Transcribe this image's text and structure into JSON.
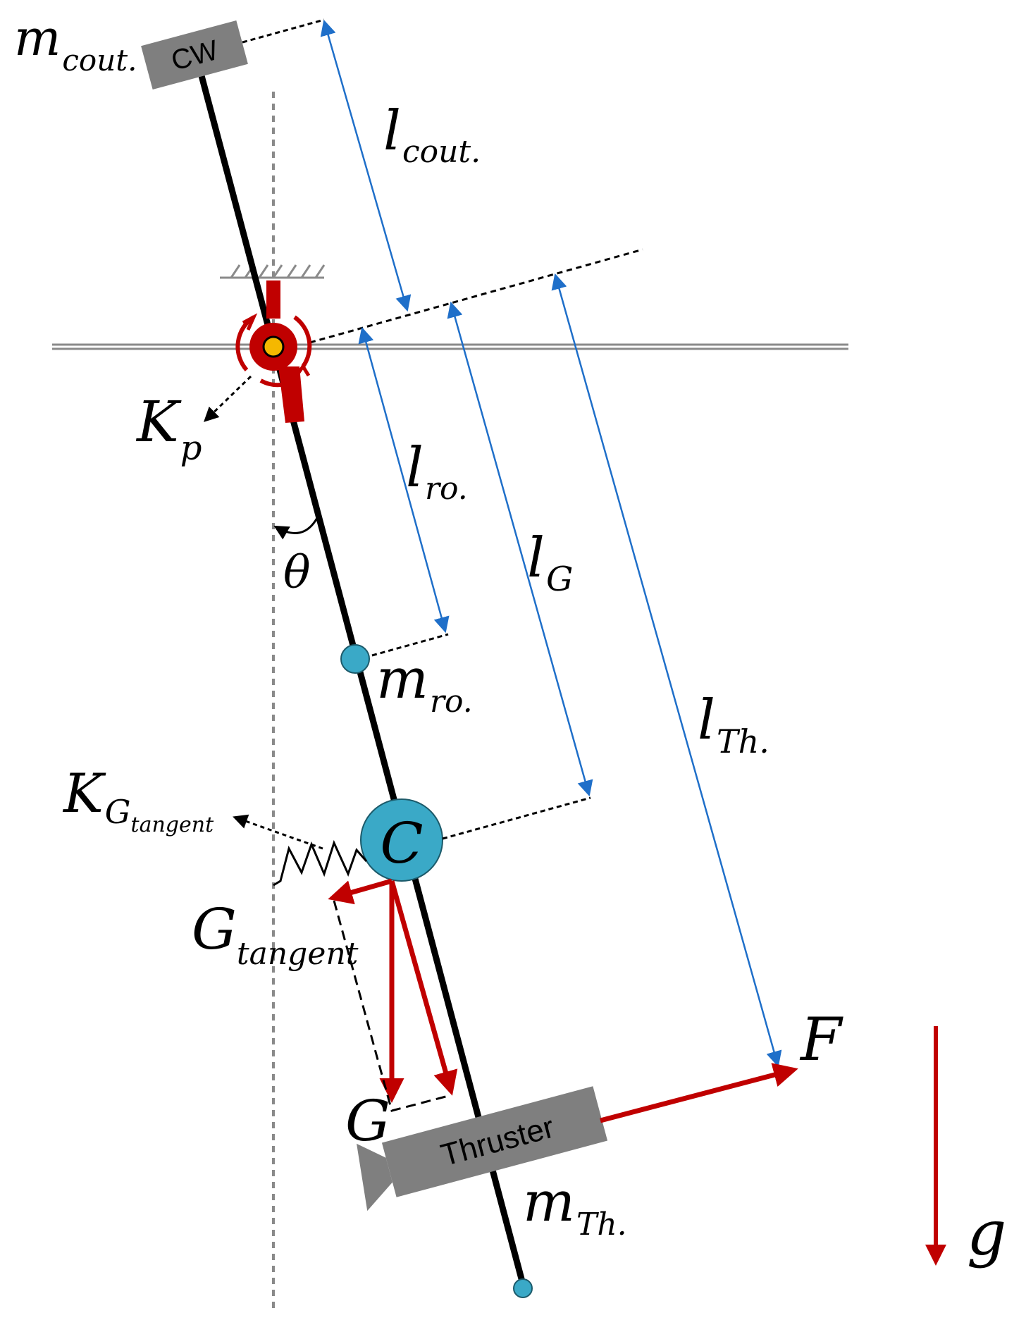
{
  "labels": {
    "counterweight_box": "CW",
    "thruster_box": "Thruster",
    "m_cout": {
      "base": "m",
      "sub": "cout."
    },
    "l_cout": {
      "base": "l",
      "sub": "cout."
    },
    "K_p": {
      "base": "K",
      "sub": "p"
    },
    "l_ro": {
      "base": "l",
      "sub": "ro."
    },
    "theta": "θ",
    "l_G": {
      "base": "l",
      "sub": "G"
    },
    "m_ro": {
      "base": "m",
      "sub": "ro."
    },
    "l_Th": {
      "base": "l",
      "sub": "Th."
    },
    "K_G_tangent": {
      "base": "K",
      "sub": "G",
      "subsub": "tangent"
    },
    "C": "C",
    "G_tangent": {
      "base": "G",
      "sub": "tangent"
    },
    "F": "F",
    "G": "G",
    "m_Th": {
      "base": "m",
      "sub": "Th."
    },
    "g": "g"
  },
  "colors": {
    "rod": "#000000",
    "force_arrow": "#c00000",
    "dimension_arrow": "#1f6fc9",
    "mass": "#3aa9c7",
    "block": "#7f7f7f",
    "pivot_center": "#f5b800",
    "reference_line": "#8a8a8a"
  }
}
